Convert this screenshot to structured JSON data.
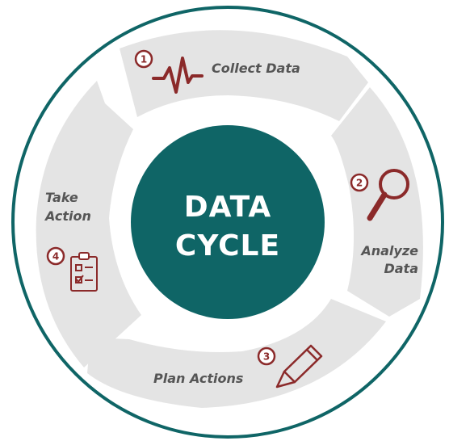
{
  "center": {
    "line1": "DATA",
    "line2": "CYCLE"
  },
  "steps": [
    {
      "number": "1",
      "label_lines": [
        "Collect Data"
      ],
      "icon": "heartbeat-icon"
    },
    {
      "number": "2",
      "label_lines": [
        "Analyze",
        "Data"
      ],
      "icon": "magnifier-icon"
    },
    {
      "number": "3",
      "label_lines": [
        "Plan Actions"
      ],
      "icon": "pencil-icon"
    },
    {
      "number": "4",
      "label_lines": [
        "Take",
        "Action"
      ],
      "icon": "checklist-icon"
    }
  ],
  "colors": {
    "ring_border": "#0f6566",
    "center_fill": "#0f6566",
    "segment_fill": "#e4e4e4",
    "accent": "#8b2a2a",
    "label_text": "#555555"
  }
}
